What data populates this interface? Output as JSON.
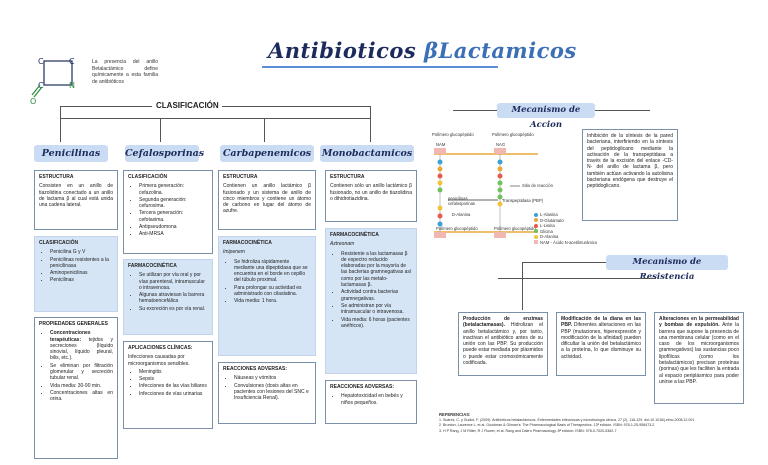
{
  "title": {
    "main": "Antibioticos ",
    "beta": "βLactamicos"
  },
  "intro": "La presencia del anillo Betalactámico define químicamente a esta familia de antibióticos",
  "classification_label": "CLASIFICACIÓN",
  "families": {
    "penicilinas": {
      "title": "Penicilinas",
      "estructura_title": "ESTRUCTURA",
      "estructura_text": "Consisten en un anillo de tiazolidina conectado a un anillo de lactama β al cual está unida una cadena lateral.",
      "clasif_title": "CLASIFICACIÓN",
      "clasif_items": [
        "Penicilina G y V",
        "Penicilinas resistentes a la penicilinasa",
        "Aminopenicilinas",
        "Penicilinas"
      ],
      "prop_title": "PROPIEDADES GENERALES",
      "prop_items": [
        {
          "bold": "Concentraciones terapéuticas:",
          "text": " tejidos y secreciones (líquido sinovial, líquido pleural, bilis, etc.)."
        },
        {
          "bold": "",
          "text": "Se eliminan por filtración glomerular y secreción tubular renal."
        },
        {
          "bold": "",
          "text": "Vida media: 30-90 min."
        },
        {
          "bold": "",
          "text": "Concentraciones altas en orina."
        }
      ]
    },
    "cefalosporinas": {
      "title": "Cefalosporinas",
      "clasif_title": "CLASIFICACIÓN",
      "clasif_items": [
        "Primera generación: cefazolina.",
        "Segunda generación: cefuroxima.",
        "Tercera generación: cefotaxima.",
        "Antipseudomona",
        "Anti-MRSA"
      ],
      "farm_title": "FARMACOCINÉTICA",
      "farm_items": [
        "Se utilizan por vía oral y por vías parenteral, intramuscular o intravenosa.",
        "Algunas atraviesan la barrera hematoencefálica",
        "Su excreción es por vía renal."
      ],
      "apps_title": "APLICACIONES CLÍNICAS:",
      "apps_intro": "Infecciones causadas por microorganismos sensibles.",
      "apps_items": [
        "Meningitis",
        "Sepsis",
        "Infecciones de las vías biliares",
        "Infecciones de vías urinarias"
      ]
    },
    "carbapenemicos": {
      "title": "Carbapenemicos",
      "estructura_title": "ESTRUCTURA",
      "estructura_text": "Contienen un anillo lactámico β fusionado y un sistema de anillo de cinco miembros y contiene un átomo de carbono en lugar del átomo de azufre.",
      "farm_title": "FARMACOCINÉTICA",
      "farm_drug": "Imipenem",
      "farm_items": [
        "Se hidroliza rápidamente mediante una dipeptidasa que se encuentra en el borde en cepillo del túbulo proximal.",
        "Para prolongar su actividad es administrado con cilastatina.",
        "Vida media: 1 hora."
      ],
      "ra_title": "REACCIONES ADVERSAS:",
      "ra_items": [
        "Náuseas y vómitos",
        "Convulsiones (dosis altas en pacientes con lesiones del SNC e Insuficiencia Renal)."
      ]
    },
    "monobactamicos": {
      "title": "Monobactamicos",
      "estructura_title": "ESTRUCTURA",
      "estructura_text": "Contienen sólo un anillo lactámico β fusionado, no un anillo de tiazolidina o dihidrotiazidina.",
      "farm_title": "FARMACOCINÉTICA",
      "farm_drug": "Aztreonam",
      "farm_items": [
        "Resistente a las lactamasas β de espectro reducido elaboradas por la mayoría de las bacterias gramnegativas así como por las metalo-lactamasas β.",
        "Actividad contra bacterias gramnegativas.",
        "Se administran por vía intramuscular o intravenosa.",
        "Vida media: 6 horas (pacientes anéfricos)."
      ],
      "ra_title": "REACCIONES ADVERSAS:",
      "ra_items": [
        "Hepatotoxicidad en bebés y niños pequeños."
      ]
    }
  },
  "mecanismo_accion": {
    "title": "Mecanismo de Accion",
    "text": "Inhibición de la síntesis de la pared bacteriana, interfiriendo en la síntesis del peptidoglicano mediante la activación de la transpeptidasa a través de la excisión del enlace -CD-N- del anillo de lactama β, pero también actúan activando la autolisina bacteriana endógena que destruye el peptidoglicano."
  },
  "diagram": {
    "labels": {
      "poly_tl": "Polímero glucopéptido",
      "poly_tr": "Polímero glucopéptido",
      "poly_bl": "Polímero glucopéptido",
      "poly_br": "Polímero glucopéptido",
      "nam": "NAM",
      "nag": "NAG",
      "sitio": "Sitio de reacción",
      "penic": "penicilinas cefalosporinas",
      "transp": "Transpeptidasa (PBP)",
      "dalanine": "D-Alanina"
    },
    "legend": [
      "L-Alanina",
      "D-Glutamato",
      "L-Lisina",
      "Glicina",
      "D-Alanina",
      "NAM - Ácido N-acetilmurámico"
    ],
    "colors": {
      "alanina_l": "#3ca0d8",
      "glutamato": "#e8a83a",
      "lisina": "#e65a4a",
      "glicina": "#6fc25a",
      "alanina_d": "#f2c23a",
      "nam": "#f0b8b0"
    }
  },
  "mecanismo_resistencia": {
    "title": "Mecanismo de Resistencia",
    "boxes": [
      {
        "bold": "Producción de enzimas (betalactamasas).",
        "text": " Hidrolizan el anillo betalactámico y, por tanto, inactivan el antibiótico antes de su unión con las PBP. Su producción puede estar mediada por plásmidos o puede estar cromosómicamente codificada."
      },
      {
        "bold": "Modificación de la diana en las PBP.",
        "text": " Diferentes alteraciones en las PBP (mutaciones, hiperexpresión y modificación de la afinidad) pueden dificultar la unión del betalactámico a la proteína, lo que disminuye su actividad."
      },
      {
        "bold": "Alteraciones en la permeabilidad y bombas de expulsión.",
        "text": " Ante la barrera que supone la presencia de una membrana celular (como en el caso de los microorganismos gramnegativos) las sustancias poco lipofílicas (como los betalactámicos) precisan proteínas (porinas) que les faciliten la entrada al espacio periplásmico para poder unirse a las PBP."
      }
    ]
  },
  "references": {
    "title": "REFERENCIAS:",
    "items": [
      "1.   Suárez, C. y Gudiol, F. (2009). Antibióticos betalactámicos. Enfermedades infecciosas y microbiología clínica, 27 (2), 116-129. doi:10.1016/j.eimc.2008.12.001",
      "2.   Brunton, Laurence L. et al. Goodman & Gilman's: The Pharmacological Basis of Therapeutics. 13ª edición. ISBN: 978-1-25-958473-2",
      "3.   H P Rang, J M Ritter, R J Flower, et al. Rang and Dale's Pharmacology. 8ª edición. ISBN: 978-0-7020-5362-7"
    ]
  }
}
